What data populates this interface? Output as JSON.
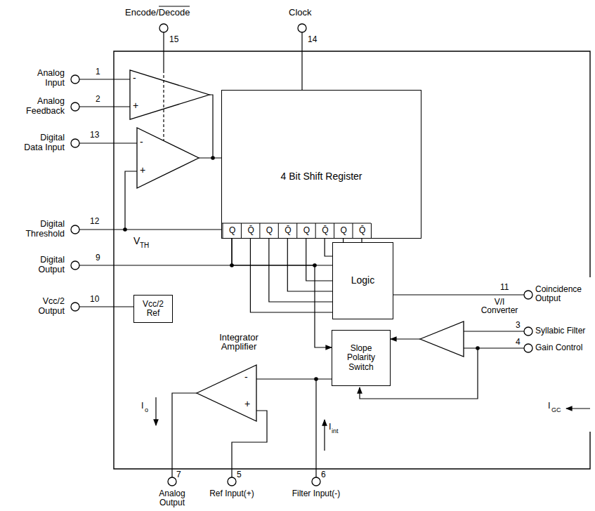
{
  "diagram": {
    "nodes": [
      {
        "text": [
          "4 Bit Shift Register"
        ]
      },
      {
        "text": [
          "Logic"
        ]
      },
      {
        "text": [
          "V/I Converter"
        ]
      },
      {
        "text": [
          "Vcc/2 Ref"
        ]
      },
      {
        "text": [
          "Integrator Amplifier"
        ]
      },
      {
        "text": [
          "Slope Polarity Switch"
        ]
      }
    ],
    "edges": [
      {
        "from": 0,
        "to": 1,
        "arrow": "none"
      },
      {
        "from": 0,
        "to": 5,
        "arrow": "to"
      },
      {
        "from": 0,
        "to": 1,
        "arrow": "none"
      },
      {
        "from": 0,
        "to": 1,
        "arrow": "none"
      },
      {
        "from": 0,
        "to": 1,
        "arrow": "none"
      },
      {
        "from": 0,
        "to": 1,
        "arrow": "none"
      },
      {
        "from": 0,
        "to": 1,
        "arrow": "none"
      },
      {
        "from": 0,
        "to": 1,
        "arrow": "none"
      },
      {
        "from": 0,
        "to": 1,
        "arrow": "none"
      },
      {
        "from": 2,
        "to": 5,
        "arrow": "to"
      },
      {
        "from": 5,
        "to": 4,
        "arrow": "none"
      }
    ],
    "labels": [
      "Encode/Decode",
      "15",
      "Clock",
      "14",
      "Analog Input",
      "1",
      "Analog Feedback",
      "2",
      "Digital Data Input",
      "13",
      "Digital Threshold",
      "12",
      "-",
      "+",
      "-",
      "+",
      "V",
      "TH",
      "Q",
      "Q̄",
      "Q",
      "Q̄",
      "Q",
      "Q̄",
      "Q",
      "Q̄",
      "Digital Output",
      "9",
      "Vcc/2 Output",
      "10",
      "Coincidence Output",
      "11",
      "Syllabic Filter",
      "3",
      "Gain Control",
      "4",
      "I",
      "GC",
      "-",
      "+",
      "I",
      "o",
      "I",
      "int",
      "Analog Output",
      "7",
      "Ref Input(+)",
      "5",
      "Filter Input(-)",
      "6"
    ]
  }
}
